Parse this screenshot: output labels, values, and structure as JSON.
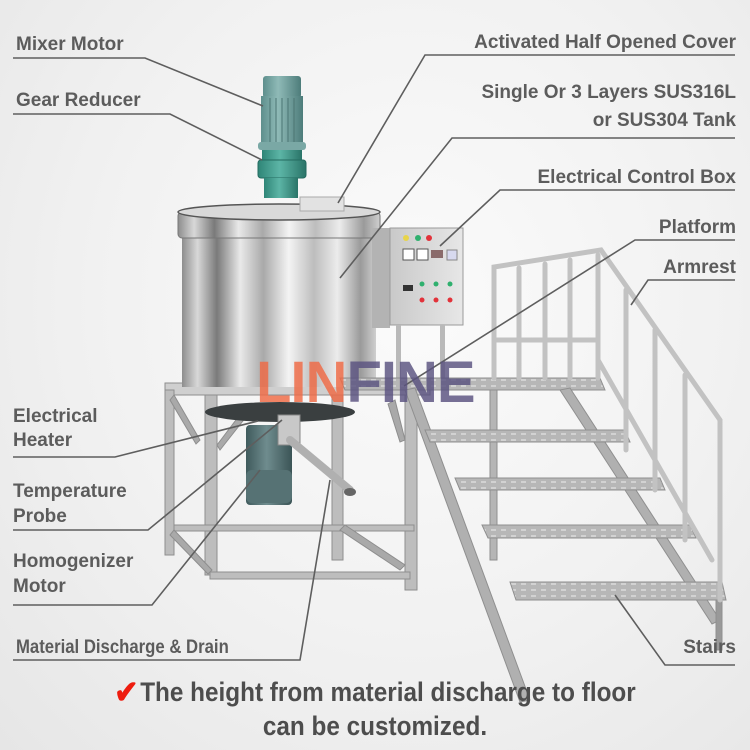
{
  "labels": {
    "mixer_motor": "Mixer Motor",
    "gear_reducer": "Gear Reducer",
    "activated_cover": "Activated Half Opened Cover",
    "tank_line1": "Single Or 3 Layers SUS316L",
    "tank_line2": "or SUS304 Tank",
    "control_box": "Electrical Control Box",
    "platform": "Platform",
    "armrest": "Armrest",
    "heater_line1": "Electrical",
    "heater_line2": "Heater",
    "probe_line1": "Temperature",
    "probe_line2": "Probe",
    "homogenizer_line1": "Homogenizer",
    "homogenizer_line2": "Motor",
    "discharge": "Material Discharge & Drain",
    "stairs": "Stairs"
  },
  "watermark": {
    "part1": "LIN",
    "part2": "FINE",
    "color1": "#f06a45",
    "color2": "#5a5280"
  },
  "footer": {
    "check_icon": "✔",
    "line1": "The height from material discharge to floor",
    "line2": "can be customized.",
    "check_color": "#ee1c0e"
  },
  "colors": {
    "text": "#5c5c5c",
    "leader_line": "#5a5a5a",
    "motor_teal": "#6fa3a0",
    "reducer_teal": "#3d9a8c",
    "steel": "#b9b9b9"
  }
}
